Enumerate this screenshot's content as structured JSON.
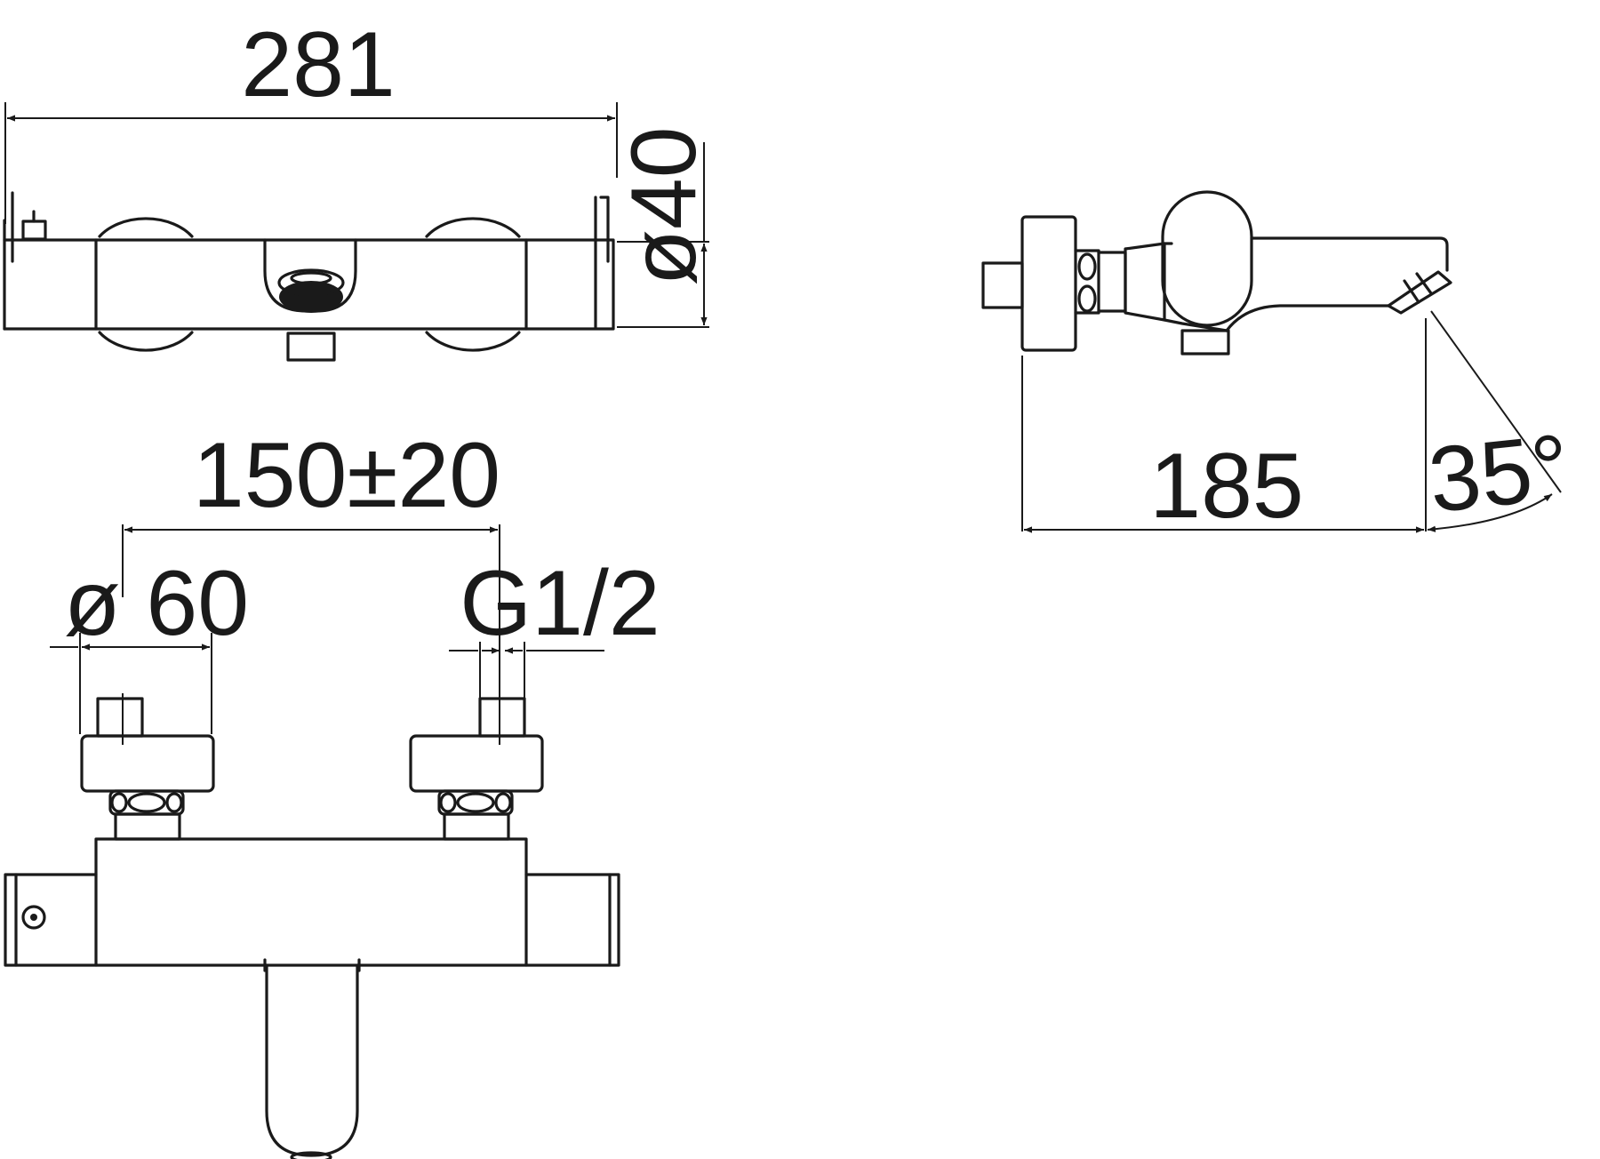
{
  "dimensions": {
    "overall_length": "281",
    "diameter_body": "ø40",
    "inlet_centers": "150±20",
    "handle_diameter": "ø 60",
    "inlet_thread": "G1/2",
    "projection": "185",
    "spout_angle": "35°"
  },
  "colors": {
    "line": "#1a1a1a",
    "background": "#ffffff"
  }
}
